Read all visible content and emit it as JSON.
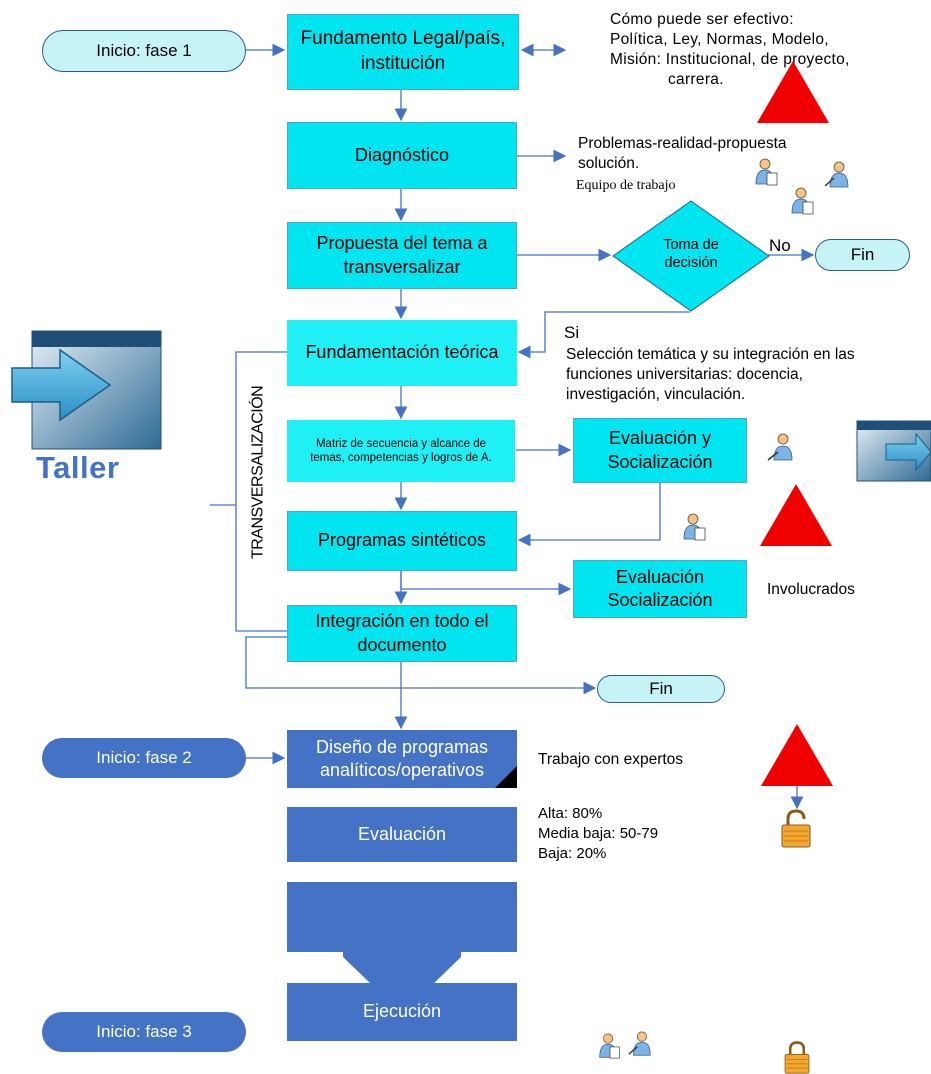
{
  "phase1": {
    "start": "Inicio: fase 1",
    "step1": "Fundamento Legal/país, institución",
    "note1_lines": [
      "Cómo puede ser efectivo:",
      "Política, Ley, Normas, Modelo,",
      "Misión: Institucional, de proyecto,",
      "carrera."
    ],
    "step2": "Diagnóstico",
    "note2_lines": [
      "Problemas-realidad-propuesta",
      "solución."
    ],
    "note2_team": "Equipo de trabajo",
    "step3": "Propuesta del tema a transversalizar",
    "decision": "Toma de decisión",
    "no_label": "No",
    "end1": "Fin",
    "si_label": "Si",
    "note3_lines": [
      "Selección temática y su integración en las",
      "funciones universitarias: docencia,",
      "investigación, vinculación."
    ],
    "step4": "Fundamentación teórica",
    "step5": "Matriz de secuencia y alcance de temas, competencias y logros de A.",
    "eval1": "Evaluación y Socialización",
    "step6": "Programas sintéticos",
    "eval2": "Evaluación Socialización",
    "involved": "Involucrados",
    "step7": "Integración en todo el documento",
    "end2": "Fin",
    "vertical_label": "TRANSVERSALIZACIÓN",
    "taller": "Taller"
  },
  "phase2": {
    "start": "Inicio: fase 2",
    "step1": "Diseño de programas analíticos/operativos",
    "note1": "Trabajo con expertos",
    "step2": "Evaluación",
    "levels": [
      "Alta: 80%",
      "Media baja: 50-79",
      "Baja: 20%"
    ]
  },
  "phase3": {
    "start": "Inicio: fase 3",
    "step1": "Ejecución"
  },
  "colors": {
    "cyan": "#00e5f0",
    "blue": "#4472c4",
    "red_triangle": "#f10000",
    "taller_text": "#4472c4",
    "line": "#4472c4"
  },
  "icons": [
    "users-icon",
    "person-icon",
    "triangle-warning-icon",
    "lock-icon",
    "window-arrow-icon"
  ]
}
